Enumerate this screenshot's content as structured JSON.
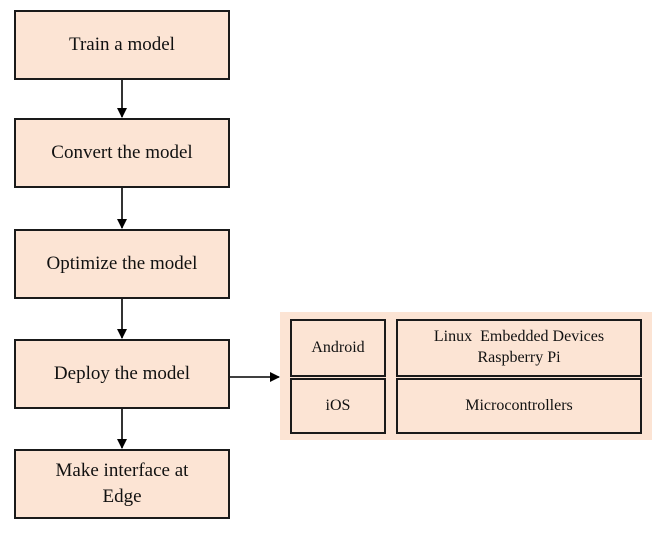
{
  "steps": [
    {
      "lines": [
        "Train a model"
      ]
    },
    {
      "lines": [
        "Convert the model"
      ]
    },
    {
      "lines": [
        "Optimize the model"
      ]
    },
    {
      "lines": [
        "Deploy the model"
      ]
    },
    {
      "lines": [
        "Make interface at",
        "Edge"
      ]
    }
  ],
  "platforms": {
    "android": {
      "lines": [
        "Android"
      ]
    },
    "linux": {
      "lines": [
        "Linux  Embedded Devices",
        "Raspberry Pi"
      ]
    },
    "ios": {
      "lines": [
        "iOS"
      ]
    },
    "microcontrollers": {
      "lines": [
        "Microcontrollers"
      ]
    }
  },
  "colors": {
    "box_fill": "#fce4d4",
    "border": "#1a1a1a",
    "arrow": "#000000"
  }
}
